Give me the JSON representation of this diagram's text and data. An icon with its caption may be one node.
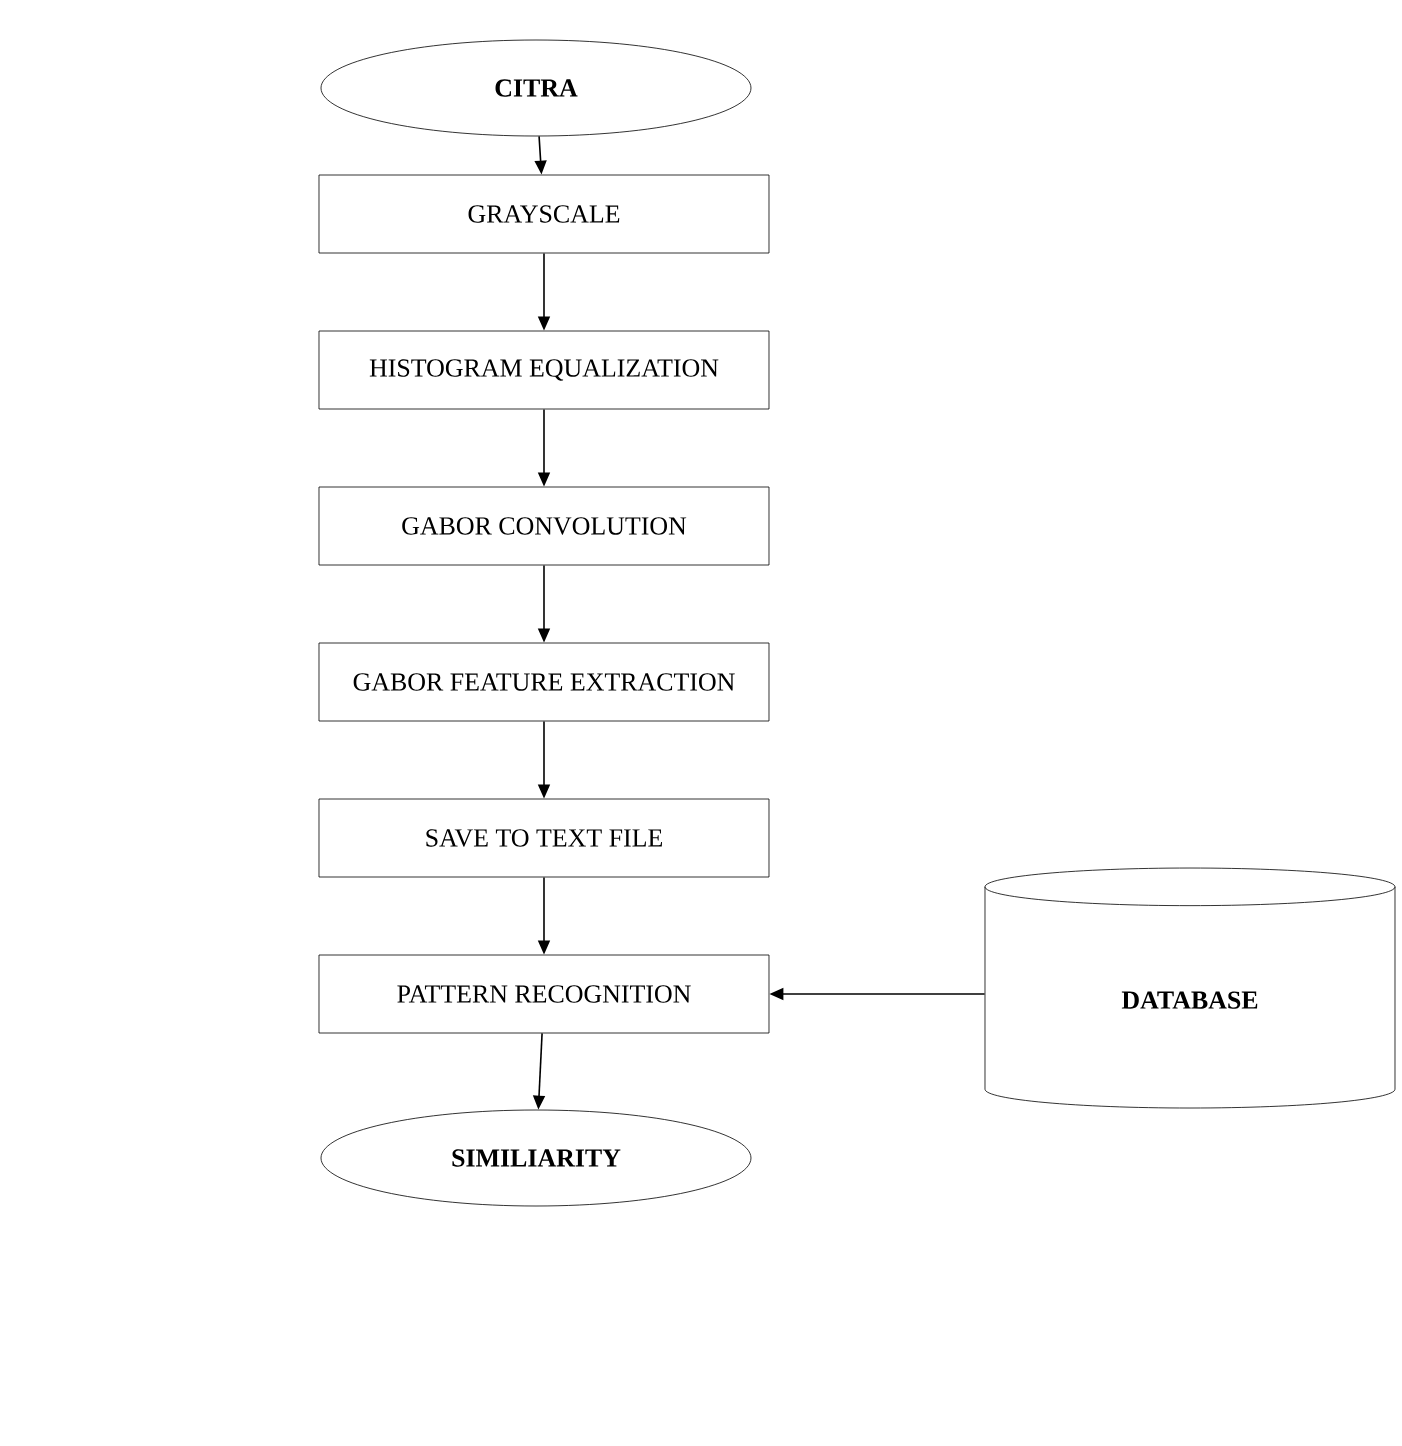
{
  "diagram": {
    "nodes": [
      {
        "text": [
          "CITRA"
        ]
      },
      {
        "text": [
          "GRAYSCALE"
        ]
      },
      {
        "text": [
          "HISTOGRAM EQUALIZATION"
        ]
      },
      {
        "text": [
          "GABOR CONVOLUTION"
        ]
      },
      {
        "text": [
          "GABOR FEATURE EXTRACTION"
        ]
      },
      {
        "text": [
          "SAVE TO TEXT FILE"
        ]
      },
      {
        "text": [
          "PATTERN RECOGNITION"
        ]
      },
      {
        "text": [
          "DATABASE"
        ]
      },
      {
        "text": [
          "SIMILIARITY"
        ]
      }
    ],
    "edges": [
      {
        "from": 0,
        "to": 1,
        "arrow": "to"
      },
      {
        "from": 1,
        "to": 2,
        "arrow": "to"
      },
      {
        "from": 2,
        "to": 3,
        "arrow": "to"
      },
      {
        "from": 3,
        "to": 4,
        "arrow": "to"
      },
      {
        "from": 4,
        "to": 5,
        "arrow": "to"
      },
      {
        "from": 5,
        "to": 6,
        "arrow": "to"
      },
      {
        "from": 7,
        "to": 6,
        "arrow": "to"
      },
      {
        "from": 6,
        "to": 8,
        "arrow": "to"
      }
    ]
  }
}
